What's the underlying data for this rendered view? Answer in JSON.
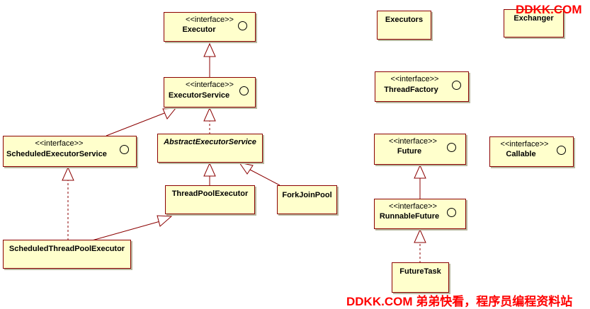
{
  "stereotype": "<<interface>>",
  "nodes": {
    "executor": {
      "name": "Executor"
    },
    "executor_service": {
      "name": "ExecutorService"
    },
    "scheduled_executor_service": {
      "name": "ScheduledExecutorService"
    },
    "abstract_executor_service": {
      "name": "AbstractExecutorService"
    },
    "thread_pool_executor": {
      "name": "ThreadPoolExecutor"
    },
    "fork_join_pool": {
      "name": "ForkJoinPool"
    },
    "scheduled_thread_pool_executor": {
      "name": "ScheduledThreadPoolExecutor"
    },
    "executors": {
      "name": "Executors"
    },
    "exchanger": {
      "name": "Exchanger"
    },
    "thread_factory": {
      "name": "ThreadFactory"
    },
    "future": {
      "name": "Future"
    },
    "callable": {
      "name": "Callable"
    },
    "runnable_future": {
      "name": "RunnableFuture"
    },
    "future_task": {
      "name": "FutureTask"
    }
  },
  "watermark": {
    "top": "DDKK.COM",
    "bottom": "DDKK.COM 弟弟快看，程序员编程资料站"
  },
  "colors": {
    "box_fill": "#ffffcc",
    "box_border": "#8b0000",
    "line": "#8b0000",
    "watermark": "#ff0000"
  }
}
